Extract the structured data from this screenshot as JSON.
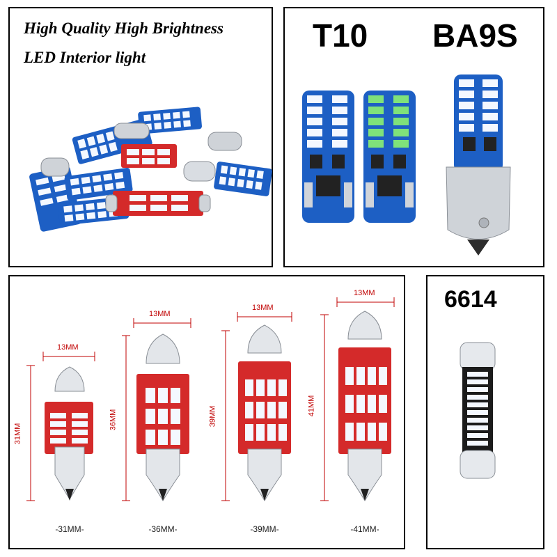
{
  "panel_collage": {
    "line1": "High Quality High Brightness",
    "line2": "LED Interior light"
  },
  "panel_t10": {
    "label_t10": "T10",
    "label_ba9s": "BA9S"
  },
  "panel_festoon": {
    "dim_width": "13MM",
    "bulbs": [
      {
        "height_label": "31MM",
        "bottom_label": "-31MM-"
      },
      {
        "height_label": "36MM",
        "bottom_label": "-36MM-"
      },
      {
        "height_label": "39MM",
        "bottom_label": "-39MM-"
      },
      {
        "height_label": "41MM",
        "bottom_label": "-41MM-"
      }
    ]
  },
  "panel_6614": {
    "label": "6614"
  },
  "colors": {
    "dimension_red": "#c00000",
    "pcb_blue": "#1d5fc4",
    "pcb_red": "#d42a2a",
    "led_white": "#f4f8ff",
    "led_green": "#7fe27a"
  }
}
